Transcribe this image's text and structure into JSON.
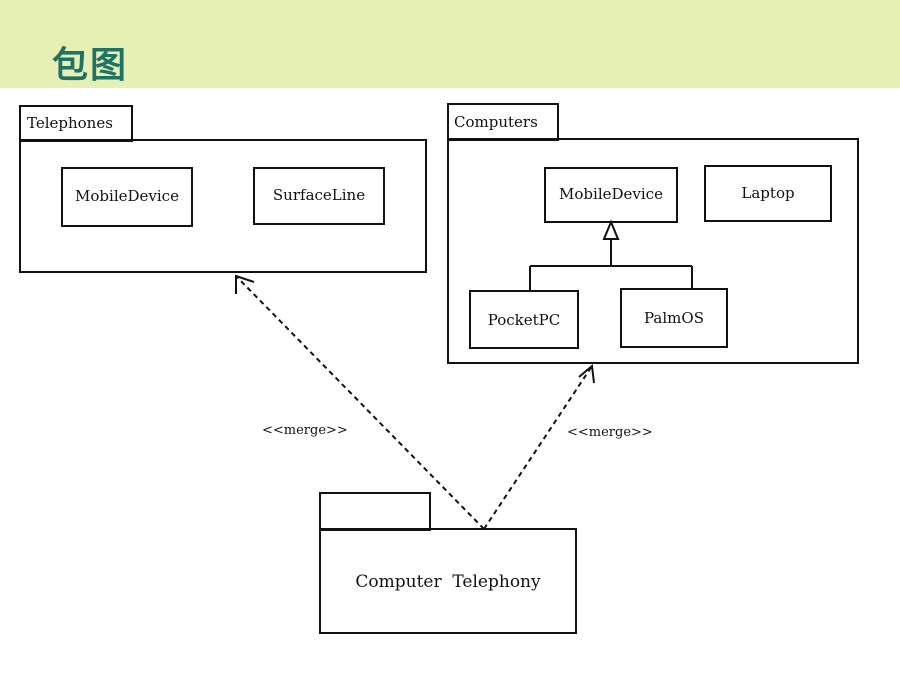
{
  "header": {
    "title": "包图",
    "background": "#e6efb4",
    "title_color": "#1f7266"
  },
  "diagram": {
    "packages": {
      "telephones": {
        "name": "Telephones",
        "classes": [
          "MobileDevice",
          "SurfaceLine"
        ]
      },
      "computers": {
        "name": "Computers",
        "classes": [
          "MobileDevice",
          "Laptop",
          "PocketPC",
          "PalmOS"
        ]
      },
      "computer_telephony": {
        "name": "Computer  Telephony"
      }
    },
    "relations": {
      "merge_left": "<<merge>>",
      "merge_right": "<<merge>>"
    }
  }
}
